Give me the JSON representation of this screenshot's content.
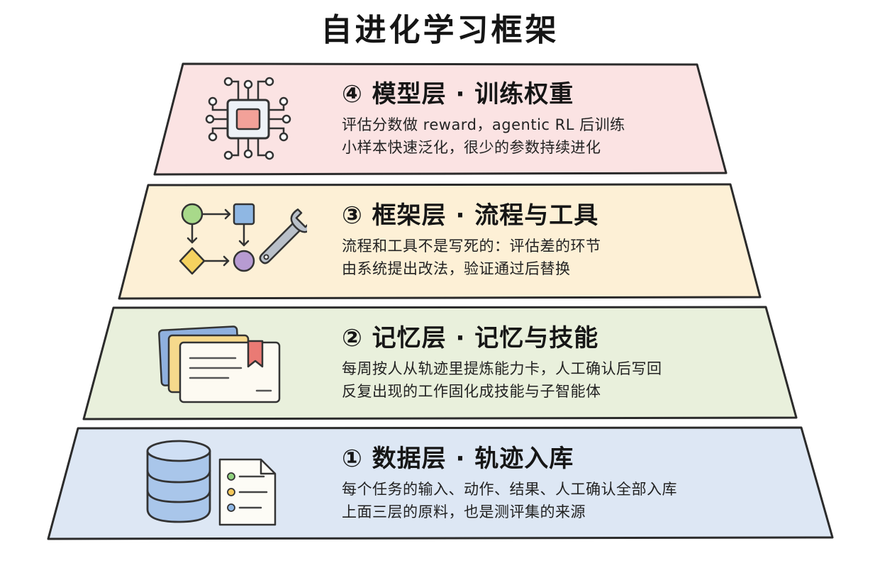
{
  "title": "自进化学习框架",
  "layers": [
    {
      "heading": "④ 模型层 · 训练权重",
      "line1": "评估分数做 reward，agentic RL 后训练",
      "line2": "小样本快速泛化，很少的参数持续进化",
      "fill": "#fbe3e3",
      "icon": "chip-icon"
    },
    {
      "heading": "③ 框架层 · 流程与工具",
      "line1": "流程和工具不是写死的：评估差的环节",
      "line2": "由系统提出改法，验证通过后替换",
      "fill": "#fdf0d6",
      "icon": "flowchart-wrench-icon"
    },
    {
      "heading": "② 记忆层 · 记忆与技能",
      "line1": "每周按人从轨迹里提炼能力卡，人工确认后写回",
      "line2": "反复出现的工作固化成技能与子智能体",
      "fill": "#e9f0dc",
      "icon": "memory-cards-icon"
    },
    {
      "heading": "① 数据层 · 轨迹入库",
      "line1": "每个任务的输入、动作、结果、人工确认全部入库",
      "line2": "上面三层的原料，也是测评集的来源",
      "fill": "#dde7f4",
      "icon": "database-document-icon"
    }
  ]
}
